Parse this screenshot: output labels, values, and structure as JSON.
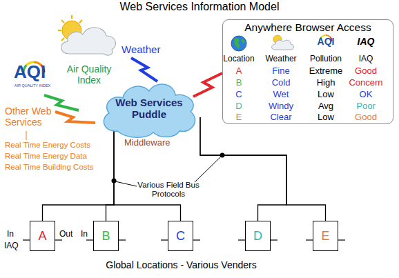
{
  "diagram": {
    "title": "Web Services Information Model",
    "nodes": [
      {
        "text": [
          "Web Services Puddle"
        ]
      },
      {
        "text": [
          "Anywhere Browser Access"
        ]
      },
      {
        "text": [
          "A"
        ]
      },
      {
        "text": [
          "B"
        ]
      },
      {
        "text": [
          "C"
        ]
      },
      {
        "text": [
          "D"
        ]
      },
      {
        "text": [
          "E"
        ]
      }
    ],
    "edges": [
      {
        "from": 0,
        "to": 1,
        "arrow": "none"
      },
      {
        "from": 0,
        "to": 2,
        "arrow": "none"
      },
      {
        "from": 0,
        "to": 3,
        "arrow": "none"
      },
      {
        "from": 0,
        "to": 4,
        "arrow": "none"
      },
      {
        "from": 0,
        "to": 5,
        "arrow": "none"
      },
      {
        "from": 0,
        "to": 6,
        "arrow": "none"
      }
    ],
    "labels": [
      "Weather",
      "Air Quality Index",
      "Other Web Services",
      "Real Time Energy Costs",
      "Real Time Energy Data",
      "Real Time Building Costs",
      "Middleware",
      "Various Field Bus Protocols",
      "In",
      "IAQ",
      "Out",
      "In",
      "Global Locations - Various Venders",
      "AQI",
      "AIR QUALITY INDEX",
      "AQI",
      "IAQ",
      "Location",
      "Weather",
      "Pollution",
      "IAQ",
      "A",
      "Fine",
      "Extreme",
      "Good",
      "B",
      "Cold",
      "High",
      "Concern",
      "C",
      "Wet",
      "Low",
      "OK",
      "D",
      "Windy",
      "Avg",
      "Poor",
      "E",
      "Clear",
      "Low",
      "Good"
    ]
  }
}
